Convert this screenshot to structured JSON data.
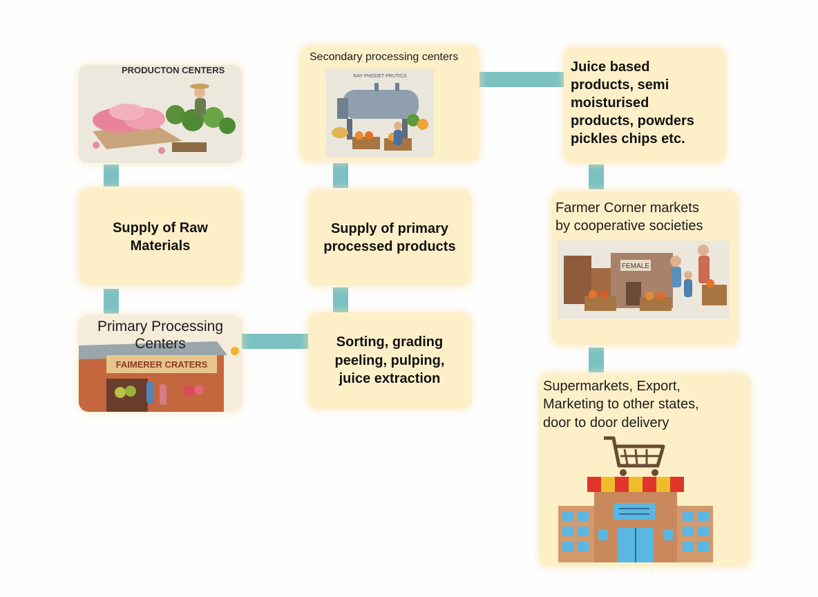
{
  "nodes": {
    "production": {
      "title": "PRODUCTON CENTERS"
    },
    "raw": {
      "text": "Supply of Raw\nMaterials"
    },
    "primary": {
      "title": "Primary Processing\nCenters",
      "sign": "FAIMERER CRATERS"
    },
    "sorting": {
      "text": "Sorting, grading\npeeling, pulping,\njuice extraction"
    },
    "primary_supply": {
      "text": "Supply of primary\nprocessed products"
    },
    "secondary": {
      "title": "Secondary processing centers",
      "sign": "RAY PHODET PRUTICS"
    },
    "juice": {
      "text": "Juice based\nproducts, semi\nmoisturised\nproducts, powders\npickles chips etc."
    },
    "farmer": {
      "title": "Farmer Corner markets\nby cooperative societies",
      "sign": "FEMALE"
    },
    "supermarket": {
      "title": "Supermarkets, Export,\nMarketing to other states,\ndoor to door delivery"
    }
  },
  "colors": {
    "box": "#fdf0c9",
    "connector": "#7cc1c2"
  }
}
